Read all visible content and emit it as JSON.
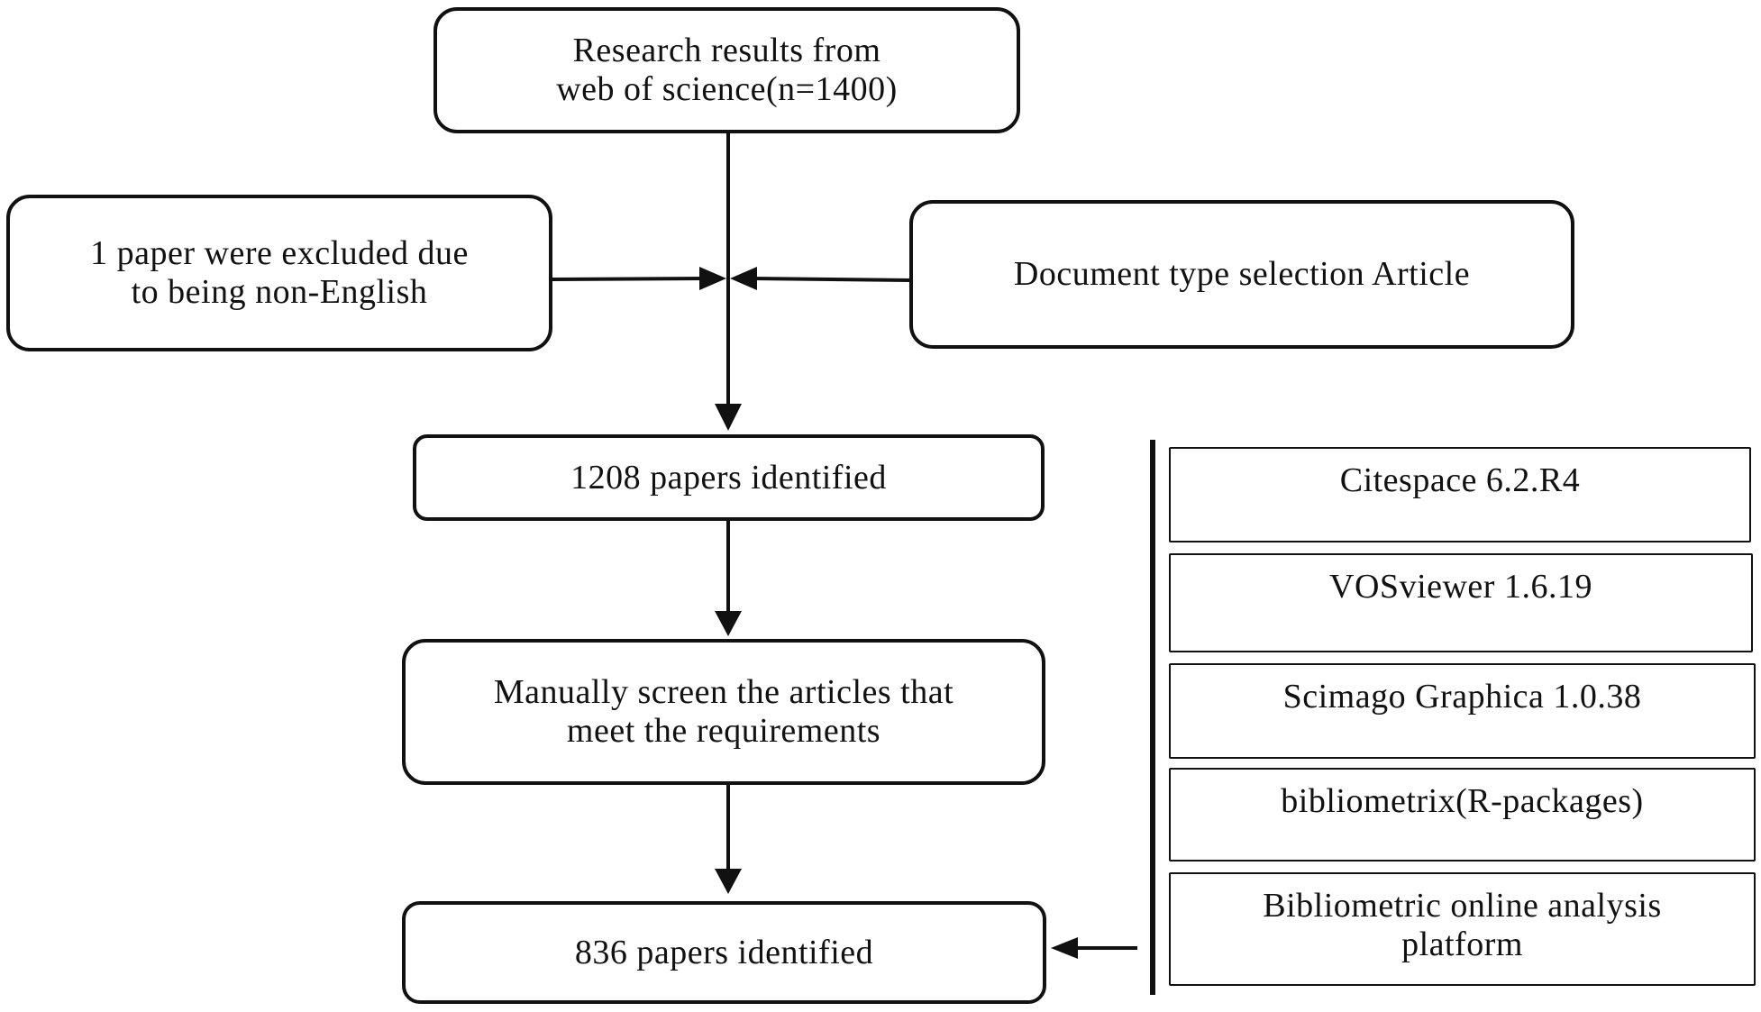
{
  "flow": {
    "search_results": "Research results from\nweb of science(n=1400)",
    "excluded_language": "1 paper were excluded due\nto being non-English",
    "document_type": "Document type selection Article",
    "identified_1208": "1208 papers identified",
    "manual_screen": "Manually screen the articles that\nmeet the requirements",
    "identified_836": "836 papers identified"
  },
  "tools": [
    "Citespace 6.2.R4",
    "VOSviewer 1.6.19",
    "Scimago Graphica 1.0.38",
    "bibliometrix(R-packages)",
    "Bibliometric online analysis\nplatform"
  ]
}
